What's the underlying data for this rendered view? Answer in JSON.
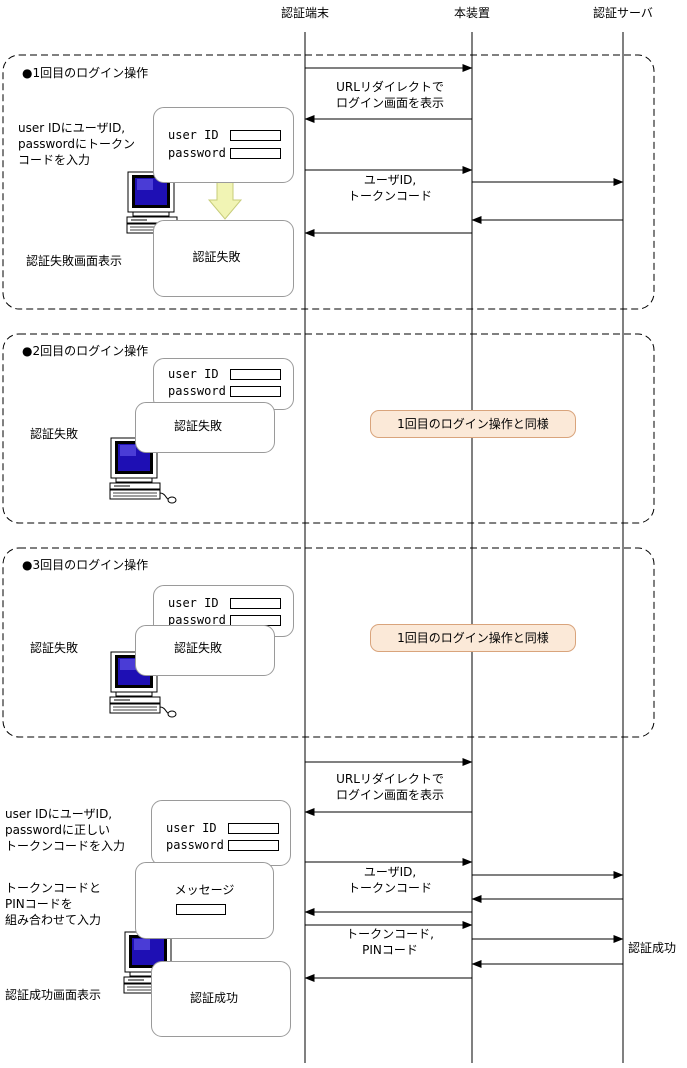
{
  "lanes": {
    "terminal": "認証端末",
    "device": "本装置",
    "server": "認証サーバ"
  },
  "login": {
    "user_label": "user ID",
    "password_label": "password"
  },
  "section1": {
    "title": "●1回目のログイン操作",
    "input_note_1": "user IDにユーザID,",
    "input_note_2": "passwordにトークン",
    "input_note_3": "コードを入力",
    "fail_screen_note": "認証失敗画面表示",
    "fail_box": "認証失敗",
    "msg_redirect_1": "URLリダイレクトで",
    "msg_redirect_2": "ログイン画面を表示",
    "msg_credentials_1": "ユーザID,",
    "msg_credentials_2": "トークンコード"
  },
  "section2": {
    "title": "●2回目のログイン操作",
    "fail_note": "認証失敗",
    "fail_box": "認証失敗",
    "same_as": "1回目のログイン操作と同様"
  },
  "section3": {
    "title": "●3回目のログイン操作",
    "fail_note": "認証失敗",
    "fail_box": "認証失敗",
    "same_as": "1回目のログイン操作と同様"
  },
  "final": {
    "msg_redirect_1": "URLリダイレクトで",
    "msg_redirect_2": "ログイン画面を表示",
    "input_note_1": "user IDにユーザID,",
    "input_note_2": "passwordに正しい",
    "input_note_3": "トークンコードを入力",
    "msg_credentials_1": "ユーザID,",
    "msg_credentials_2": "トークンコード",
    "pin_note_1": "トークンコードと",
    "pin_note_2": "PINコードを",
    "pin_note_3": "組み合わせて入力",
    "message_box": "メッセージ",
    "msg_token_pin_1": "トークンコード,",
    "msg_token_pin_2": "PINコード",
    "auth_success_note": "認証成功",
    "success_screen_note": "認証成功画面表示",
    "success_box": "認証成功"
  }
}
